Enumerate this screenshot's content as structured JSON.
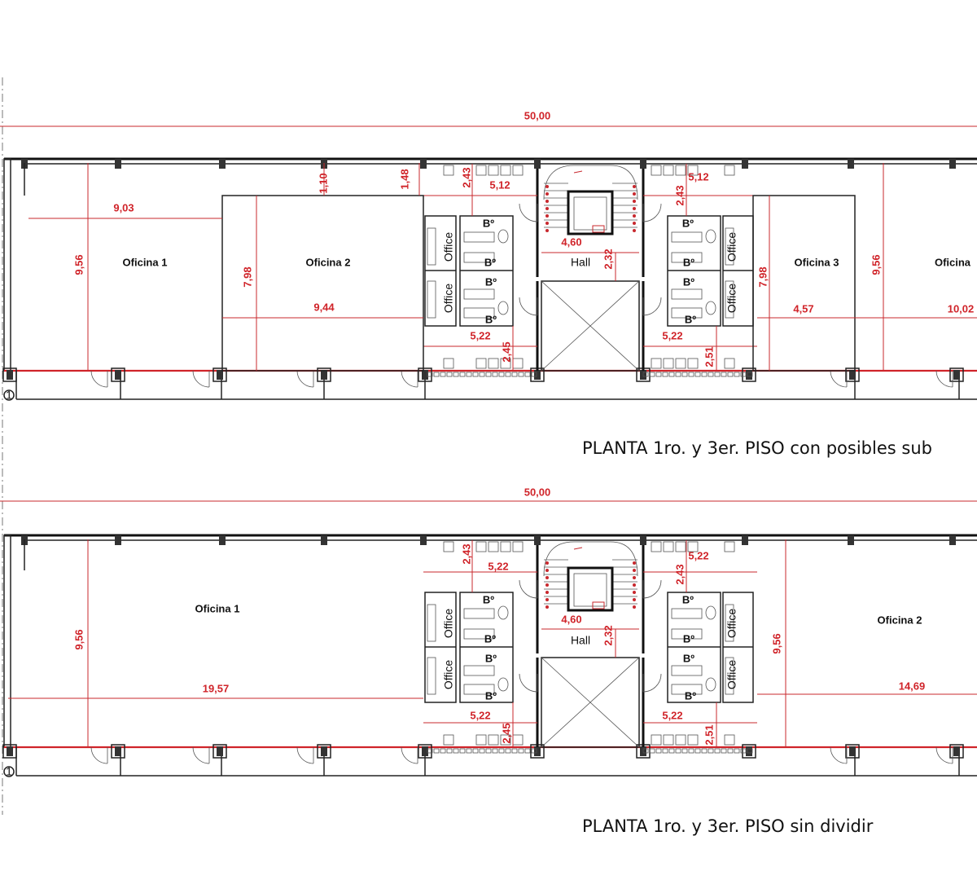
{
  "colors": {
    "dimension": "#d0242a",
    "walls": "#222222",
    "background": "#ffffff"
  },
  "plans": [
    {
      "caption": "PLANTA 1ro. y 3er. PISO con posibles sub",
      "overall_dimension": "50,00",
      "grid_marker": "1",
      "rooms": [
        "Oficina 1",
        "Oficina 2",
        "Oficina 3",
        "Oficina",
        "Hall"
      ],
      "offices": [
        "Office",
        "Office",
        "Office",
        "Office"
      ],
      "bathrooms": [
        "Bº",
        "Bº",
        "Bº",
        "Bº",
        "Bº",
        "Bº",
        "Bº",
        "Bº"
      ],
      "dimensions": [
        "9,03",
        "9,56",
        "1,10",
        "1,48",
        "7,98",
        "9,44",
        "2,43",
        "5,12",
        "4,60",
        "2,32",
        "5,22",
        "2,45",
        "5,12",
        "2,43",
        "7,98",
        "5,22",
        "2,51",
        "4,57",
        "9,56",
        "10,02"
      ]
    },
    {
      "caption": "PLANTA 1ro. y 3er. PISO sin dividir",
      "overall_dimension": "50,00",
      "grid_marker": "1",
      "rooms": [
        "Oficina 1",
        "Oficina 2",
        "Hall"
      ],
      "offices": [
        "Office",
        "Office",
        "Office",
        "Office"
      ],
      "bathrooms": [
        "Bº",
        "Bº",
        "Bº",
        "Bº",
        "Bº",
        "Bº",
        "Bº",
        "Bº"
      ],
      "dimensions": [
        "9,56",
        "19,57",
        "2,43",
        "5,22",
        "4,60",
        "2,32",
        "5,22",
        "2,45",
        "5,22",
        "2,43",
        "9,56",
        "14,69",
        "5,22",
        "2,51"
      ]
    }
  ]
}
